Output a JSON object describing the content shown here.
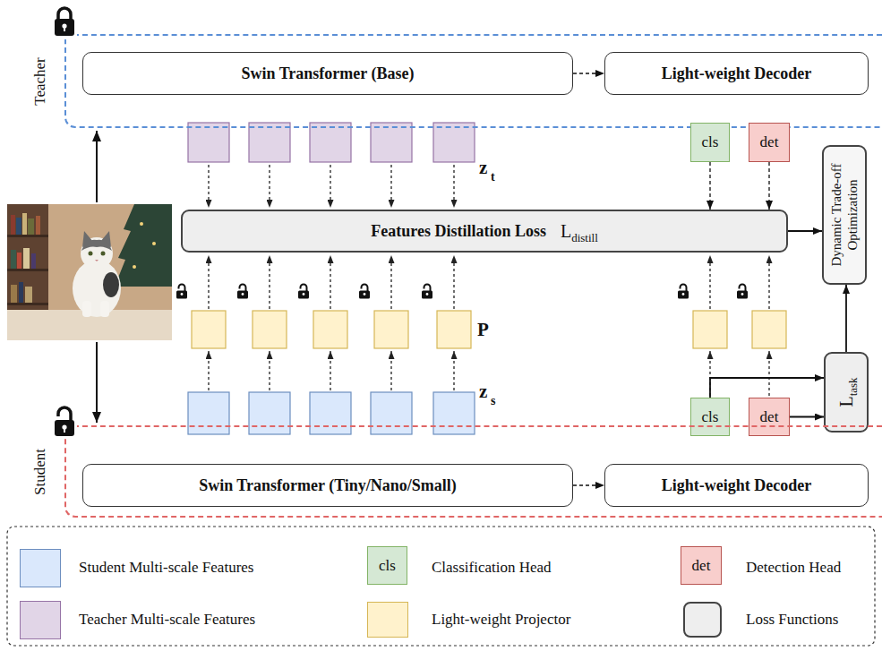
{
  "diagram": {
    "nodes": [
      {
        "text": [
          "Teacher"
        ]
      },
      {
        "text": [
          "Swin Transformer (Base)"
        ],
        "in": 0
      },
      {
        "text": [
          "Light-weight Decoder"
        ],
        "in": 0
      },
      {
        "text": [
          "cls"
        ]
      },
      {
        "text": [
          "det"
        ]
      },
      {
        "text": [
          "Features Distillation Loss",
          "L",
          "distill"
        ]
      },
      {
        "text": [
          "Dynamic Trade-off Optimization"
        ]
      },
      {
        "text": [
          "cls"
        ]
      },
      {
        "text": [
          "det"
        ]
      },
      {
        "text": [
          "L",
          "task"
        ]
      },
      {
        "text": [
          "Student"
        ]
      },
      {
        "text": [
          "Swin Transformer (Tiny/Nano/Small)"
        ],
        "in": 10
      },
      {
        "text": [
          "Light-weight Decoder"
        ],
        "in": 10
      }
    ],
    "edges": [
      {
        "from": 1,
        "to": 2,
        "arrow": "to"
      },
      {
        "from": 3,
        "to": 5,
        "arrow": "to"
      },
      {
        "from": 4,
        "to": 5,
        "arrow": "to"
      },
      {
        "from": 5,
        "to": 6,
        "arrow": "to"
      },
      {
        "from": 9,
        "to": 6,
        "arrow": "to"
      },
      {
        "from": 7,
        "to": 9,
        "arrow": "to"
      },
      {
        "from": 8,
        "to": 9,
        "arrow": "to"
      },
      {
        "from": 11,
        "to": 12,
        "arrow": "to"
      }
    ],
    "labels": [
      "z",
      "t",
      "P",
      "z",
      "s",
      "cls",
      "det"
    ],
    "legend": [
      {
        "text": "Student Multi-scale Features",
        "color": "#dae8fc"
      },
      {
        "text": "Classification Head",
        "color": "#d5e8d4"
      },
      {
        "text": "Detection Head",
        "color": "#f8cecc"
      },
      {
        "text": "Teacher Multi-scale Features",
        "color": "#e1d5e7"
      },
      {
        "text": "Light-weight Projector",
        "color": "#fff2cc"
      },
      {
        "text": "Loss Functions",
        "color": "#eeeeee"
      }
    ]
  }
}
